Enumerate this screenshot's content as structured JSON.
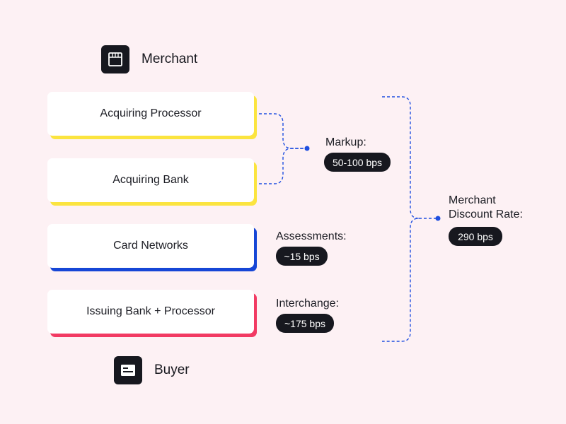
{
  "merchant": {
    "label": "Merchant",
    "icon": "storefront-icon"
  },
  "buyer": {
    "label": "Buyer",
    "icon": "card-icon"
  },
  "stack": [
    {
      "label": "Acquiring Processor",
      "accent": "#fbe43f"
    },
    {
      "label": "Acquiring Bank",
      "accent": "#fbe43f"
    },
    {
      "label": "Card Networks",
      "accent": "#1646d6"
    },
    {
      "label": "Issuing Bank + Processor",
      "accent": "#f23a63"
    }
  ],
  "fees": {
    "markup": {
      "title": "Markup:",
      "value": "50-100 bps"
    },
    "assessments": {
      "title": "Assessments:",
      "value": "~15 bps"
    },
    "interchange": {
      "title": "Interchange:",
      "value": "~175 bps"
    }
  },
  "total": {
    "title_line1": "Merchant",
    "title_line2": "Discount Rate:",
    "value": "290 bps"
  },
  "colors": {
    "connector": "#1f4fe0",
    "pill": "#17181f",
    "background": "#fdf1f4"
  }
}
